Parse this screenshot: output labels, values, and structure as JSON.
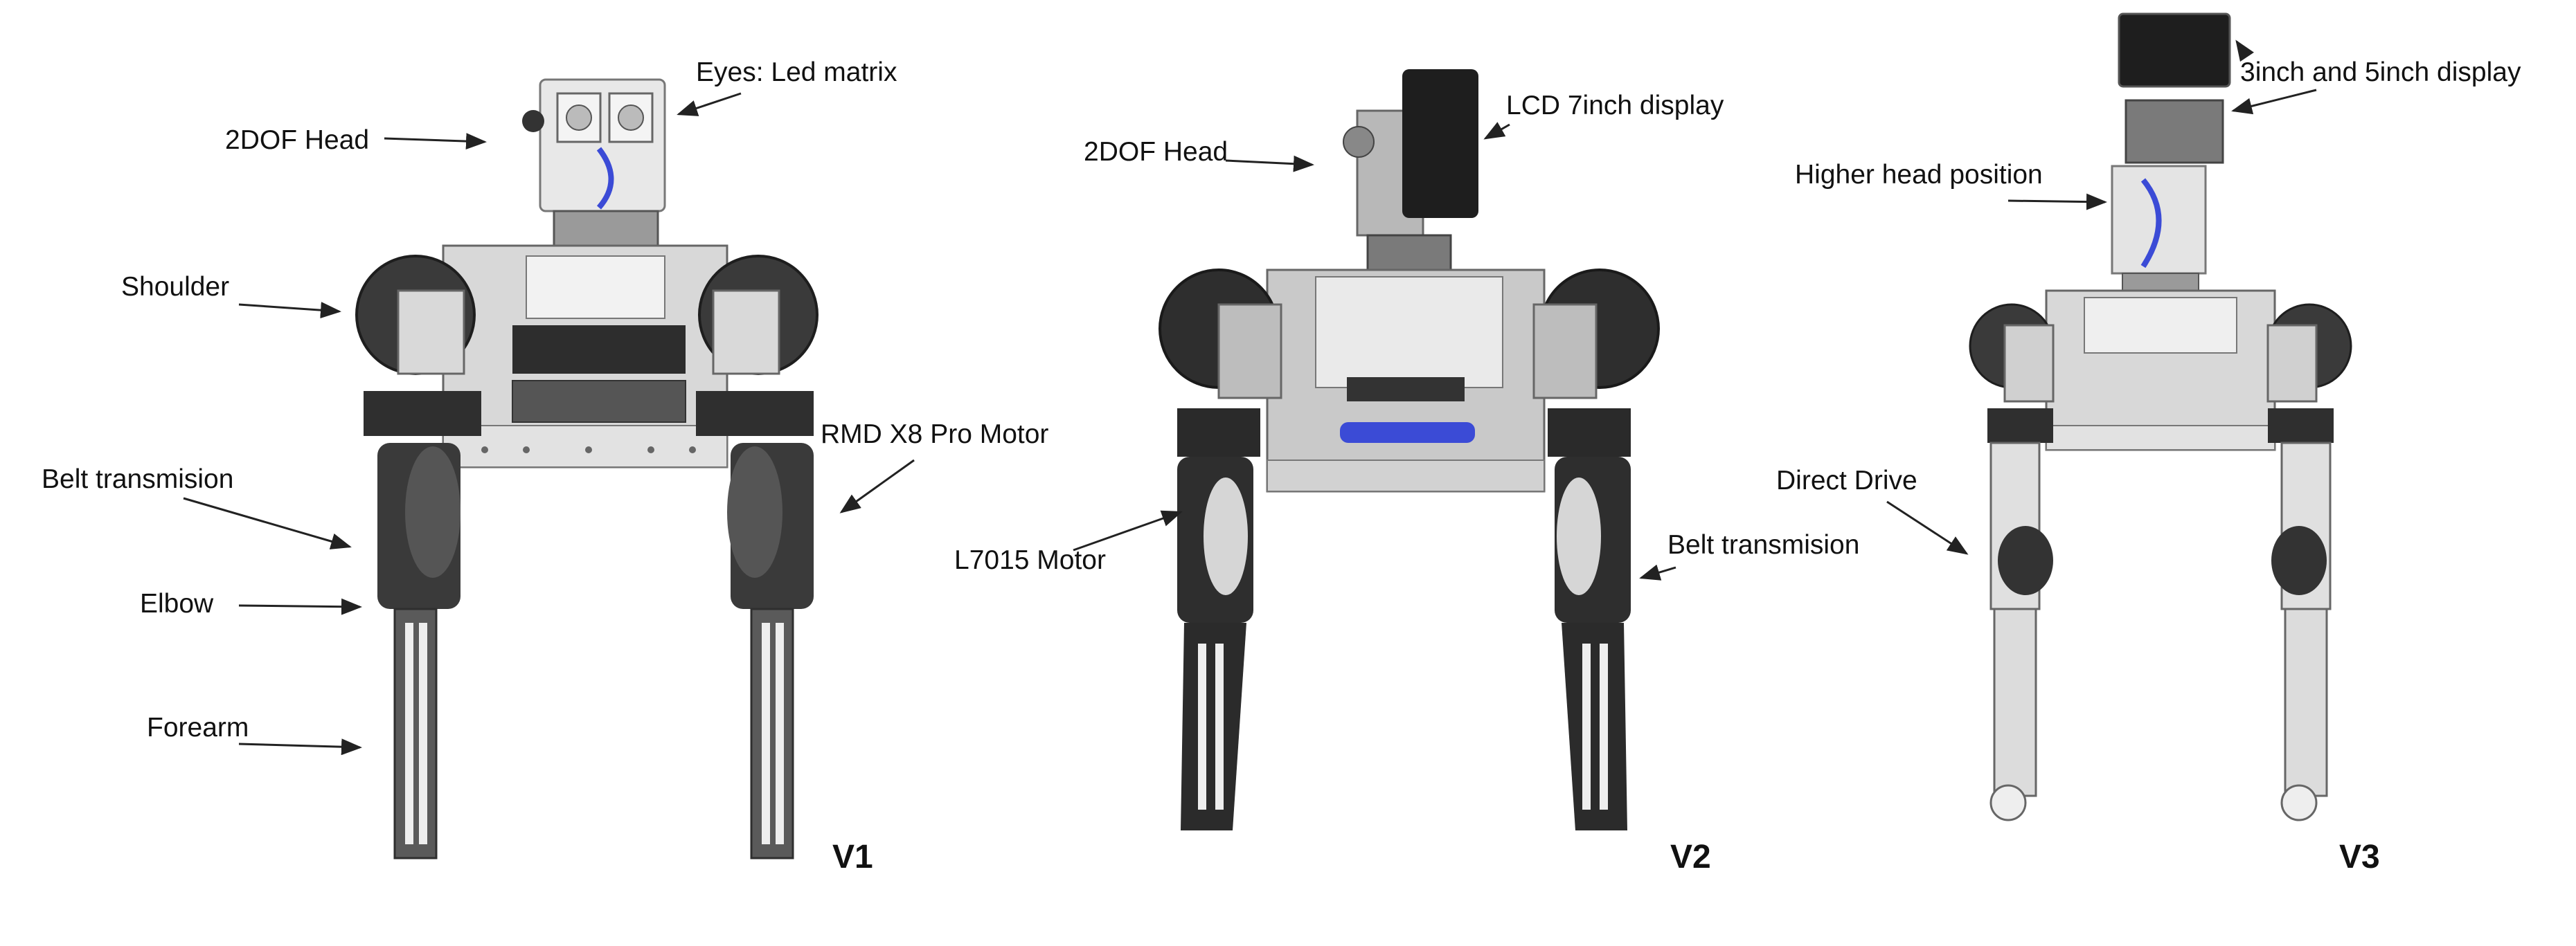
{
  "figure": {
    "robots": [
      {
        "version": "V1",
        "labels": {
          "eyes": "Eyes: Led matrix",
          "head": "2DOF Head",
          "shoulder": "Shoulder",
          "motor": "RMD X8 Pro Motor",
          "belt": "Belt transmision",
          "elbow": "Elbow",
          "forearm": "Forearm"
        }
      },
      {
        "version": "V2",
        "labels": {
          "display": "LCD 7inch display",
          "head": "2DOF Head",
          "motor": "L7015 Motor",
          "belt": "Belt transmision"
        }
      },
      {
        "version": "V3",
        "labels": {
          "display": "3inch and 5inch display",
          "head_position": "Higher head position",
          "drive": "Direct Drive"
        }
      }
    ]
  },
  "colors": {
    "frame": "#c9c9c9",
    "frame_shadow": "#8c8c8c",
    "motor": "#3a3a3a",
    "motor_dark": "#1e1e1e",
    "accent_blue": "#3b4bd6",
    "light_part": "#e4e4e4"
  }
}
